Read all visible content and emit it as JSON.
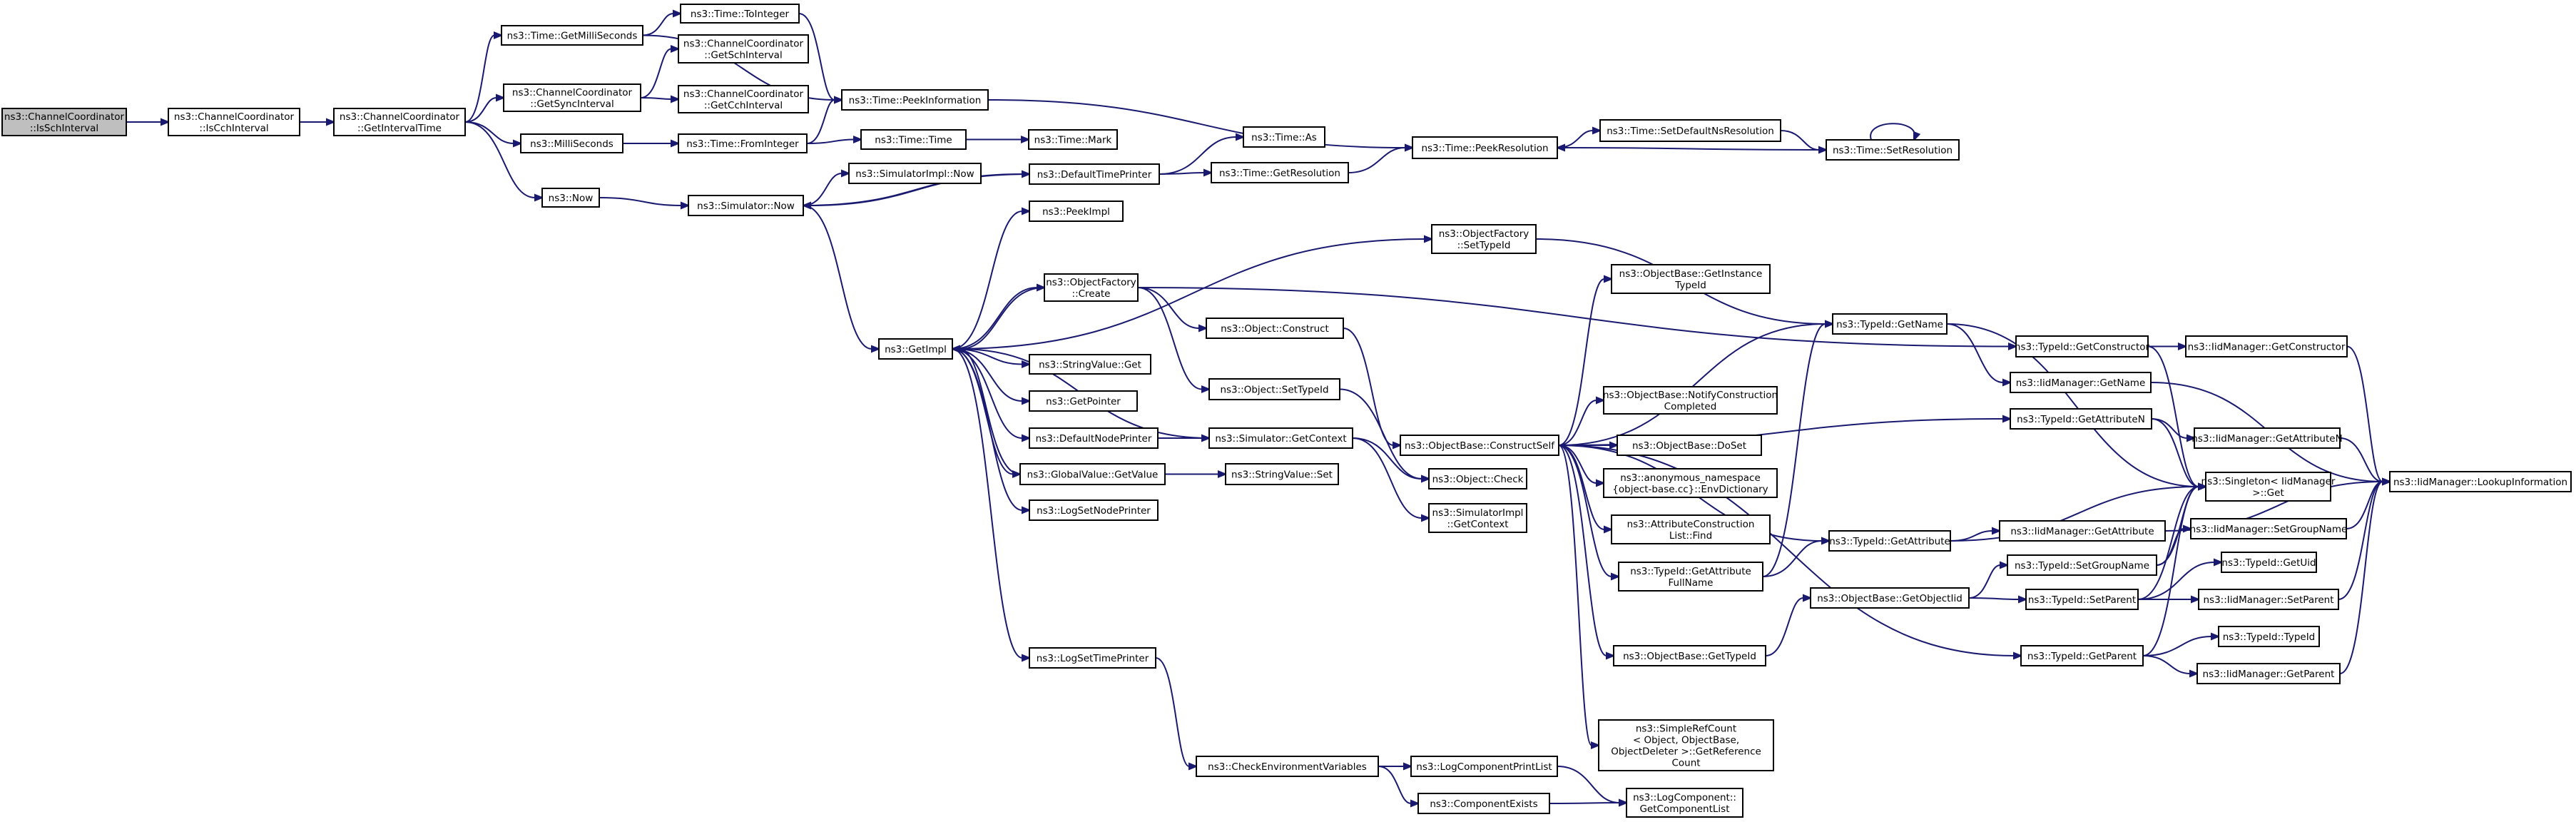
{
  "diagram": {
    "title": "",
    "colors": {
      "edge": "#191970",
      "node_border": "#000000",
      "root_fill": "#bfbfbf",
      "node_fill": "#ffffff"
    },
    "nodes": [
      {
        "id": "n0",
        "label": [
          "ns3::ChannelCoordinator",
          "::IsSchInterval"
        ],
        "root": true
      },
      {
        "id": "n1",
        "label": [
          "ns3::ChannelCoordinator",
          "::IsCchInterval"
        ]
      },
      {
        "id": "n2",
        "label": [
          "ns3::ChannelCoordinator",
          "::GetIntervalTime"
        ]
      },
      {
        "id": "n3",
        "label": [
          "ns3::Time::GetMilliSeconds"
        ]
      },
      {
        "id": "n4",
        "label": [
          "ns3::ChannelCoordinator",
          "::GetSyncInterval"
        ]
      },
      {
        "id": "n5",
        "label": [
          "ns3::MilliSeconds"
        ]
      },
      {
        "id": "n6",
        "label": [
          "ns3::Now"
        ]
      },
      {
        "id": "n7",
        "label": [
          "ns3::Time::ToInteger"
        ]
      },
      {
        "id": "n8",
        "label": [
          "ns3::ChannelCoordinator",
          "::GetSchInterval"
        ]
      },
      {
        "id": "n9",
        "label": [
          "ns3::ChannelCoordinator",
          "::GetCchInterval"
        ]
      },
      {
        "id": "n10",
        "label": [
          "ns3::Time::FromInteger"
        ]
      },
      {
        "id": "n11",
        "label": [
          "ns3::Simulator::Now"
        ]
      },
      {
        "id": "n12",
        "label": [
          "ns3::Time::PeekInformation"
        ]
      },
      {
        "id": "n13",
        "label": [
          "ns3::Time::Time"
        ]
      },
      {
        "id": "n14",
        "label": [
          "ns3::Time::Mark"
        ]
      },
      {
        "id": "n15",
        "label": [
          "ns3::SimulatorImpl::Now"
        ]
      },
      {
        "id": "n16",
        "label": [
          "ns3::DefaultTimePrinter"
        ]
      },
      {
        "id": "n17",
        "label": [
          "ns3::PeekImpl"
        ]
      },
      {
        "id": "n18",
        "label": [
          "ns3::GetImpl"
        ]
      },
      {
        "id": "n19",
        "label": [
          "ns3::ObjectFactory",
          "::Create"
        ]
      },
      {
        "id": "n20",
        "label": [
          "ns3::StringValue::Get"
        ]
      },
      {
        "id": "n21",
        "label": [
          "ns3::GetPointer"
        ]
      },
      {
        "id": "n22",
        "label": [
          "ns3::DefaultNodePrinter"
        ]
      },
      {
        "id": "n23",
        "label": [
          "ns3::GlobalValue::GetValue"
        ]
      },
      {
        "id": "n24",
        "label": [
          "ns3::LogSetNodePrinter"
        ]
      },
      {
        "id": "n25",
        "label": [
          "ns3::LogSetTimePrinter"
        ]
      },
      {
        "id": "n26",
        "label": [
          "ns3::Time::As"
        ]
      },
      {
        "id": "n27",
        "label": [
          "ns3::Time::GetResolution"
        ]
      },
      {
        "id": "n28",
        "label": [
          "ns3::Object::Construct"
        ]
      },
      {
        "id": "n29",
        "label": [
          "ns3::Object::SetTypeId"
        ]
      },
      {
        "id": "n30",
        "label": [
          "ns3::Simulator::GetContext"
        ]
      },
      {
        "id": "n31",
        "label": [
          "ns3::StringValue::Set"
        ]
      },
      {
        "id": "n32",
        "label": [
          "ns3::CheckEnvironmentVariables"
        ]
      },
      {
        "id": "n33",
        "label": [
          "ns3::Time::PeekResolution"
        ]
      },
      {
        "id": "n34",
        "label": [
          "ns3::ObjectFactory",
          "::SetTypeId"
        ]
      },
      {
        "id": "n35",
        "label": [
          "ns3::ObjectBase::ConstructSelf"
        ]
      },
      {
        "id": "n36",
        "label": [
          "ns3::Object::Check"
        ]
      },
      {
        "id": "n37",
        "label": [
          "ns3::SimulatorImpl",
          "::GetContext"
        ]
      },
      {
        "id": "n38",
        "label": [
          "ns3::LogComponentPrintList"
        ]
      },
      {
        "id": "n39",
        "label": [
          "ns3::ComponentExists"
        ]
      },
      {
        "id": "n40",
        "label": [
          "ns3::Time::SetDefaultNsResolution"
        ]
      },
      {
        "id": "n41",
        "label": [
          "ns3::ObjectBase::GetInstance",
          "TypeId"
        ]
      },
      {
        "id": "n42",
        "label": [
          "ns3::ObjectBase::NotifyConstruction",
          "Completed"
        ]
      },
      {
        "id": "n43",
        "label": [
          "ns3::ObjectBase::DoSet"
        ]
      },
      {
        "id": "n44",
        "label": [
          "ns3::anonymous_namespace",
          "{object-base.cc}::EnvDictionary"
        ]
      },
      {
        "id": "n45",
        "label": [
          "ns3::AttributeConstruction",
          "List::Find"
        ]
      },
      {
        "id": "n46",
        "label": [
          "ns3::TypeId::GetAttribute",
          "FullName"
        ]
      },
      {
        "id": "n47",
        "label": [
          "ns3::ObjectBase::GetTypeId"
        ]
      },
      {
        "id": "n48",
        "label": [
          "ns3::SimpleRefCount",
          "< Object, ObjectBase,",
          "ObjectDeleter >::GetReference",
          "Count"
        ]
      },
      {
        "id": "n49",
        "label": [
          "ns3::LogComponent::",
          "GetComponentList"
        ]
      },
      {
        "id": "n50",
        "label": [
          "ns3::Time::SetResolution"
        ]
      },
      {
        "id": "n51",
        "label": [
          "ns3::TypeId::GetName"
        ]
      },
      {
        "id": "n52",
        "label": [
          "ns3::TypeId::GetAttribute"
        ]
      },
      {
        "id": "n53",
        "label": [
          "ns3::ObjectBase::GetObjectIid"
        ]
      },
      {
        "id": "n54",
        "label": [
          "ns3::TypeId::GetConstructor"
        ]
      },
      {
        "id": "n55",
        "label": [
          "ns3::IidManager::GetName"
        ]
      },
      {
        "id": "n56",
        "label": [
          "ns3::TypeId::GetAttributeN"
        ]
      },
      {
        "id": "n57",
        "label": [
          "ns3::IidManager::GetAttribute"
        ]
      },
      {
        "id": "n58",
        "label": [
          "ns3::TypeId::SetGroupName"
        ]
      },
      {
        "id": "n59",
        "label": [
          "ns3::TypeId::SetParent"
        ]
      },
      {
        "id": "n60",
        "label": [
          "ns3::TypeId::GetParent"
        ]
      },
      {
        "id": "n61",
        "label": [
          "ns3::IidManager::GetConstructor"
        ]
      },
      {
        "id": "n62",
        "label": [
          "ns3::IidManager::GetAttributeN"
        ]
      },
      {
        "id": "n63",
        "label": [
          "ns3::Singleton< IidManager",
          "  >::Get"
        ]
      },
      {
        "id": "n64",
        "label": [
          "ns3::IidManager::SetGroupName"
        ]
      },
      {
        "id": "n65",
        "label": [
          "ns3::TypeId::GetUid"
        ]
      },
      {
        "id": "n66",
        "label": [
          "ns3::IidManager::SetParent"
        ]
      },
      {
        "id": "n67",
        "label": [
          "ns3::TypeId::TypeId"
        ]
      },
      {
        "id": "n68",
        "label": [
          "ns3::IidManager::GetParent"
        ]
      },
      {
        "id": "n69",
        "label": [
          "ns3::IidManager::LookupInformation"
        ]
      }
    ],
    "edges": [
      [
        "n0",
        "n1"
      ],
      [
        "n1",
        "n2"
      ],
      [
        "n2",
        "n3"
      ],
      [
        "n2",
        "n4"
      ],
      [
        "n2",
        "n5"
      ],
      [
        "n2",
        "n6"
      ],
      [
        "n3",
        "n7"
      ],
      [
        "n3",
        "n12"
      ],
      [
        "n4",
        "n8"
      ],
      [
        "n4",
        "n9"
      ],
      [
        "n5",
        "n10"
      ],
      [
        "n6",
        "n11"
      ],
      [
        "n7",
        "n12"
      ],
      [
        "n10",
        "n12"
      ],
      [
        "n10",
        "n13"
      ],
      [
        "n13",
        "n14"
      ],
      [
        "n12",
        "n33"
      ],
      [
        "n11",
        "n15"
      ],
      [
        "n11",
        "n16"
      ],
      [
        "n11",
        "n18"
      ],
      [
        "n16",
        "n26"
      ],
      [
        "n16",
        "n27"
      ],
      [
        "n16",
        "n11"
      ],
      [
        "n27",
        "n33"
      ],
      [
        "n33",
        "n40"
      ],
      [
        "n40",
        "n50"
      ],
      [
        "n50",
        "n33"
      ],
      [
        "n50",
        "n50"
      ],
      [
        "n18",
        "n17"
      ],
      [
        "n18",
        "n19"
      ],
      [
        "n18",
        "n20"
      ],
      [
        "n18",
        "n21"
      ],
      [
        "n18",
        "n22"
      ],
      [
        "n18",
        "n23"
      ],
      [
        "n18",
        "n24"
      ],
      [
        "n18",
        "n25"
      ],
      [
        "n18",
        "n34"
      ],
      [
        "n19",
        "n28"
      ],
      [
        "n19",
        "n29"
      ],
      [
        "n19",
        "n54"
      ],
      [
        "n19",
        "n18"
      ],
      [
        "n22",
        "n30"
      ],
      [
        "n30",
        "n18"
      ],
      [
        "n30",
        "n36"
      ],
      [
        "n30",
        "n37"
      ],
      [
        "n23",
        "n31"
      ],
      [
        "n23",
        "n18"
      ],
      [
        "n25",
        "n32"
      ],
      [
        "n32",
        "n38"
      ],
      [
        "n32",
        "n39"
      ],
      [
        "n38",
        "n49"
      ],
      [
        "n39",
        "n49"
      ],
      [
        "n28",
        "n35"
      ],
      [
        "n29",
        "n36"
      ],
      [
        "n34",
        "n51"
      ],
      [
        "n35",
        "n41"
      ],
      [
        "n35",
        "n42"
      ],
      [
        "n35",
        "n43"
      ],
      [
        "n35",
        "n44"
      ],
      [
        "n35",
        "n45"
      ],
      [
        "n35",
        "n46"
      ],
      [
        "n35",
        "n47"
      ],
      [
        "n35",
        "n48"
      ],
      [
        "n35",
        "n51"
      ],
      [
        "n35",
        "n52"
      ],
      [
        "n35",
        "n56"
      ],
      [
        "n35",
        "n60"
      ],
      [
        "n46",
        "n51"
      ],
      [
        "n46",
        "n52"
      ],
      [
        "n47",
        "n53"
      ],
      [
        "n52",
        "n57"
      ],
      [
        "n52",
        "n63"
      ],
      [
        "n53",
        "n58"
      ],
      [
        "n53",
        "n59"
      ],
      [
        "n51",
        "n55"
      ],
      [
        "n51",
        "n63"
      ],
      [
        "n54",
        "n61"
      ],
      [
        "n54",
        "n63"
      ],
      [
        "n56",
        "n62"
      ],
      [
        "n56",
        "n63"
      ],
      [
        "n58",
        "n64"
      ],
      [
        "n58",
        "n63"
      ],
      [
        "n59",
        "n65"
      ],
      [
        "n59",
        "n66"
      ],
      [
        "n59",
        "n63"
      ],
      [
        "n60",
        "n67"
      ],
      [
        "n60",
        "n68"
      ],
      [
        "n60",
        "n63"
      ],
      [
        "n55",
        "n69"
      ],
      [
        "n57",
        "n69"
      ],
      [
        "n61",
        "n69"
      ],
      [
        "n62",
        "n69"
      ],
      [
        "n64",
        "n69"
      ],
      [
        "n66",
        "n69"
      ],
      [
        "n68",
        "n69"
      ]
    ]
  }
}
